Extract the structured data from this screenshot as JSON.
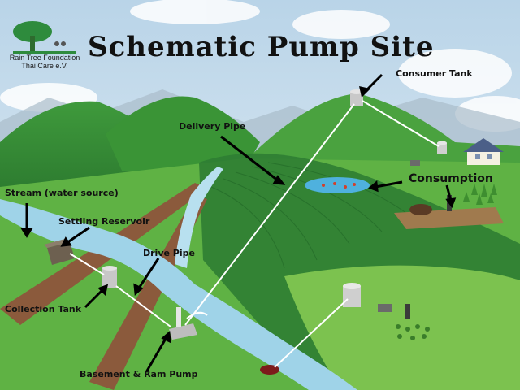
{
  "title": "Schematic Pump Site",
  "logo": {
    "line1": "Rain Tree Foundation",
    "line2": "Thai Care e.V."
  },
  "labels": {
    "consumer_tank": "Consumer Tank",
    "delivery_pipe": "Delivery Pipe",
    "stream": "Stream (water source)",
    "settling_reservoir": "Settling Reservoir",
    "drive_pipe": "Drive Pipe",
    "collection_tank": "Collection Tank",
    "basement_ram_pump": "Basement & Ram Pump",
    "consumption": "Consumption"
  },
  "colors": {
    "sky": "#cfe0ec",
    "hill": "#3f9a3c",
    "water": "#9fd3e8",
    "path": "#8b5a3c"
  }
}
